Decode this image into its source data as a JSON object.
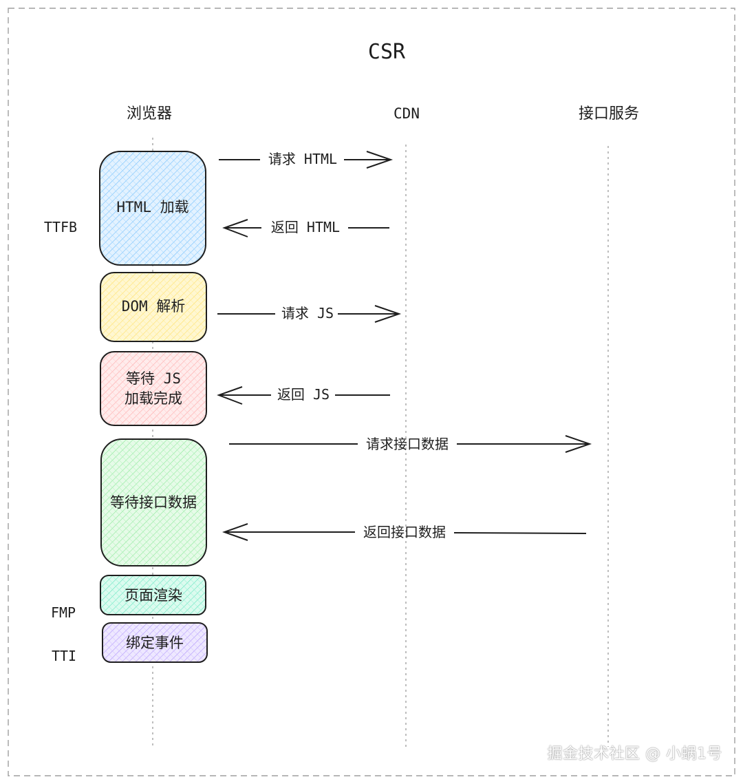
{
  "title": "CSR",
  "lanes": {
    "browser": "浏览器",
    "cdn": "CDN",
    "api": "接口服务"
  },
  "phases": [
    {
      "label_lines": [
        "HTML 加载"
      ],
      "fill": "#a5d8ff",
      "stroke": "#1e1e1e"
    },
    {
      "label_lines": [
        "DOM 解析"
      ],
      "fill": "#ffec99",
      "stroke": "#1e1e1e"
    },
    {
      "label_lines": [
        "等待 JS",
        "加载完成"
      ],
      "fill": "#ffc9c9",
      "stroke": "#1e1e1e"
    },
    {
      "label_lines": [
        "等待接口数据"
      ],
      "fill": "#b2f2bb",
      "stroke": "#1e1e1e"
    },
    {
      "label_lines": [
        "页面渲染"
      ],
      "fill": "#96f2d7",
      "stroke": "#1e1e1e"
    },
    {
      "label_lines": [
        "绑定事件"
      ],
      "fill": "#d0bfff",
      "stroke": "#1e1e1e"
    }
  ],
  "messages": [
    {
      "label": "请求 HTML",
      "from": "browser",
      "to": "cdn"
    },
    {
      "label": "返回 HTML",
      "from": "cdn",
      "to": "browser"
    },
    {
      "label": "请求 JS",
      "from": "browser",
      "to": "cdn"
    },
    {
      "label": "返回 JS",
      "from": "cdn",
      "to": "browser"
    },
    {
      "label": "请求接口数据",
      "from": "browser",
      "to": "api"
    },
    {
      "label": "返回接口数据",
      "from": "api",
      "to": "browser"
    }
  ],
  "metrics": {
    "ttfb": "TTFB",
    "fmp": "FMP",
    "tti": "TTI"
  },
  "watermark": "掘金技术社区 @ 小蜗1号"
}
